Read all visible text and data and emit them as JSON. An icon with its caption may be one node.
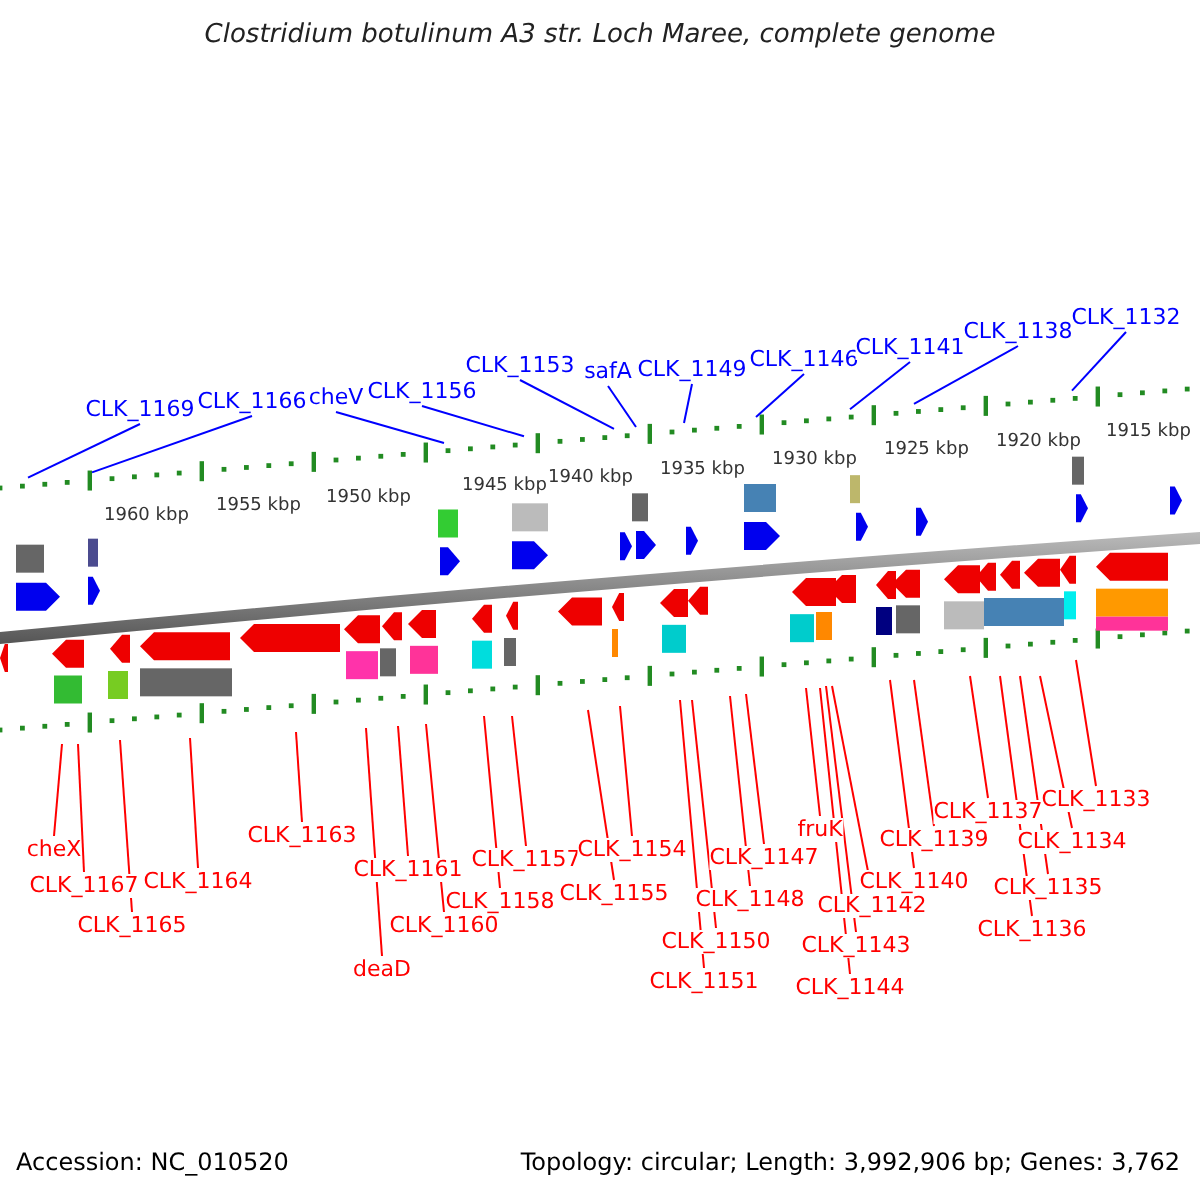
{
  "diagram": {
    "title": "Clostridium botulinum A3 str. Loch Maree, complete genome",
    "nodes": [
      {
        "text": [
          "CLK_1169"
        ]
      },
      {
        "text": [
          "CLK_1166"
        ]
      },
      {
        "text": [
          "cheV"
        ]
      },
      {
        "text": [
          "CLK_1156"
        ]
      },
      {
        "text": [
          "CLK_1153"
        ]
      },
      {
        "text": [
          "safA"
        ]
      },
      {
        "text": [
          "CLK_1149"
        ]
      },
      {
        "text": [
          "CLK_1146"
        ]
      },
      {
        "text": [
          "CLK_1141"
        ]
      },
      {
        "text": [
          "CLK_1138"
        ]
      },
      {
        "text": [
          "CLK_1132"
        ]
      },
      {
        "text": [
          "cheX"
        ]
      },
      {
        "text": [
          "CLK_1167"
        ]
      },
      {
        "text": [
          "CLK_1165"
        ]
      },
      {
        "text": [
          "CLK_1164"
        ]
      },
      {
        "text": [
          "CLK_1163"
        ]
      },
      {
        "text": [
          "CLK_1161"
        ]
      },
      {
        "text": [
          "deaD"
        ]
      },
      {
        "text": [
          "CLK_1160"
        ]
      },
      {
        "text": [
          "CLK_1158"
        ]
      },
      {
        "text": [
          "CLK_1157"
        ]
      },
      {
        "text": [
          "CLK_1155"
        ]
      },
      {
        "text": [
          "CLK_1154"
        ]
      },
      {
        "text": [
          "CLK_1151"
        ]
      },
      {
        "text": [
          "CLK_1150"
        ]
      },
      {
        "text": [
          "CLK_1148"
        ]
      },
      {
        "text": [
          "CLK_1147"
        ]
      },
      {
        "text": [
          "fruK"
        ]
      },
      {
        "text": [
          "CLK_1144"
        ]
      },
      {
        "text": [
          "CLK_1143"
        ]
      },
      {
        "text": [
          "CLK_1142"
        ]
      },
      {
        "text": [
          "CLK_1140"
        ]
      },
      {
        "text": [
          "CLK_1139"
        ]
      },
      {
        "text": [
          "CLK_1137"
        ]
      },
      {
        "text": [
          "CLK_1136"
        ]
      },
      {
        "text": [
          "CLK_1135"
        ]
      },
      {
        "text": [
          "CLK_1134"
        ]
      },
      {
        "text": [
          "CLK_1133"
        ]
      }
    ],
    "edges": [
      {
        "from": 0,
        "to": null,
        "arrow": "none",
        "color": "#0000ff"
      },
      {
        "from": 1,
        "to": null,
        "arrow": "none",
        "color": "#0000ff"
      },
      {
        "from": 2,
        "to": null,
        "arrow": "none",
        "color": "#0000ff"
      },
      {
        "from": 3,
        "to": null,
        "arrow": "none",
        "color": "#0000ff"
      },
      {
        "from": 4,
        "to": null,
        "arrow": "none",
        "color": "#0000ff"
      },
      {
        "from": 5,
        "to": null,
        "arrow": "none",
        "color": "#0000ff"
      },
      {
        "from": 6,
        "to": null,
        "arrow": "none",
        "color": "#0000ff"
      },
      {
        "from": 7,
        "to": null,
        "arrow": "none",
        "color": "#0000ff"
      },
      {
        "from": 8,
        "to": null,
        "arrow": "none",
        "color": "#0000ff"
      },
      {
        "from": 9,
        "to": null,
        "arrow": "none",
        "color": "#0000ff"
      },
      {
        "from": 10,
        "to": null,
        "arrow": "none",
        "color": "#0000ff"
      },
      {
        "from": 11,
        "to": null,
        "arrow": "none"
      },
      {
        "from": 12,
        "to": null,
        "arrow": "none"
      },
      {
        "from": 13,
        "to": null,
        "arrow": "none"
      },
      {
        "from": 14,
        "to": null,
        "arrow": "none"
      },
      {
        "from": 15,
        "to": null,
        "arrow": "none"
      },
      {
        "from": 16,
        "to": null,
        "arrow": "none"
      },
      {
        "from": 17,
        "to": null,
        "arrow": "none"
      },
      {
        "from": 18,
        "to": null,
        "arrow": "none"
      },
      {
        "from": 19,
        "to": null,
        "arrow": "none"
      },
      {
        "from": 20,
        "to": null,
        "arrow": "none"
      },
      {
        "from": 21,
        "to": null,
        "arrow": "none"
      },
      {
        "from": 22,
        "to": null,
        "arrow": "none"
      },
      {
        "from": 23,
        "to": null,
        "arrow": "none"
      },
      {
        "from": 24,
        "to": null,
        "arrow": "none"
      },
      {
        "from": 25,
        "to": null,
        "arrow": "none"
      },
      {
        "from": 26,
        "to": null,
        "arrow": "none"
      },
      {
        "from": 27,
        "to": null,
        "arrow": "none"
      },
      {
        "from": 28,
        "to": null,
        "arrow": "none"
      },
      {
        "from": 29,
        "to": null,
        "arrow": "none"
      },
      {
        "from": 30,
        "to": null,
        "arrow": "none"
      },
      {
        "from": 31,
        "to": null,
        "arrow": "none"
      },
      {
        "from": 32,
        "to": null,
        "arrow": "none"
      },
      {
        "from": 33,
        "to": null,
        "arrow": "none"
      },
      {
        "from": 34,
        "to": null,
        "arrow": "none"
      },
      {
        "from": 35,
        "to": null,
        "arrow": "none"
      },
      {
        "from": 36,
        "to": null,
        "arrow": "none"
      },
      {
        "from": 37,
        "to": null,
        "arrow": "none"
      }
    ],
    "labels": [
      "1960 kbp",
      "1955 kbp",
      "1950 kbp",
      "1945 kbp",
      "1940 kbp",
      "1935 kbp",
      "1930 kbp",
      "1925 kbp",
      "1920 kbp",
      "1915 kbp",
      "Accession: NC_010520",
      "Topology: circular; Length: 3,992,906 bp; Genes: 3,762"
    ]
  }
}
